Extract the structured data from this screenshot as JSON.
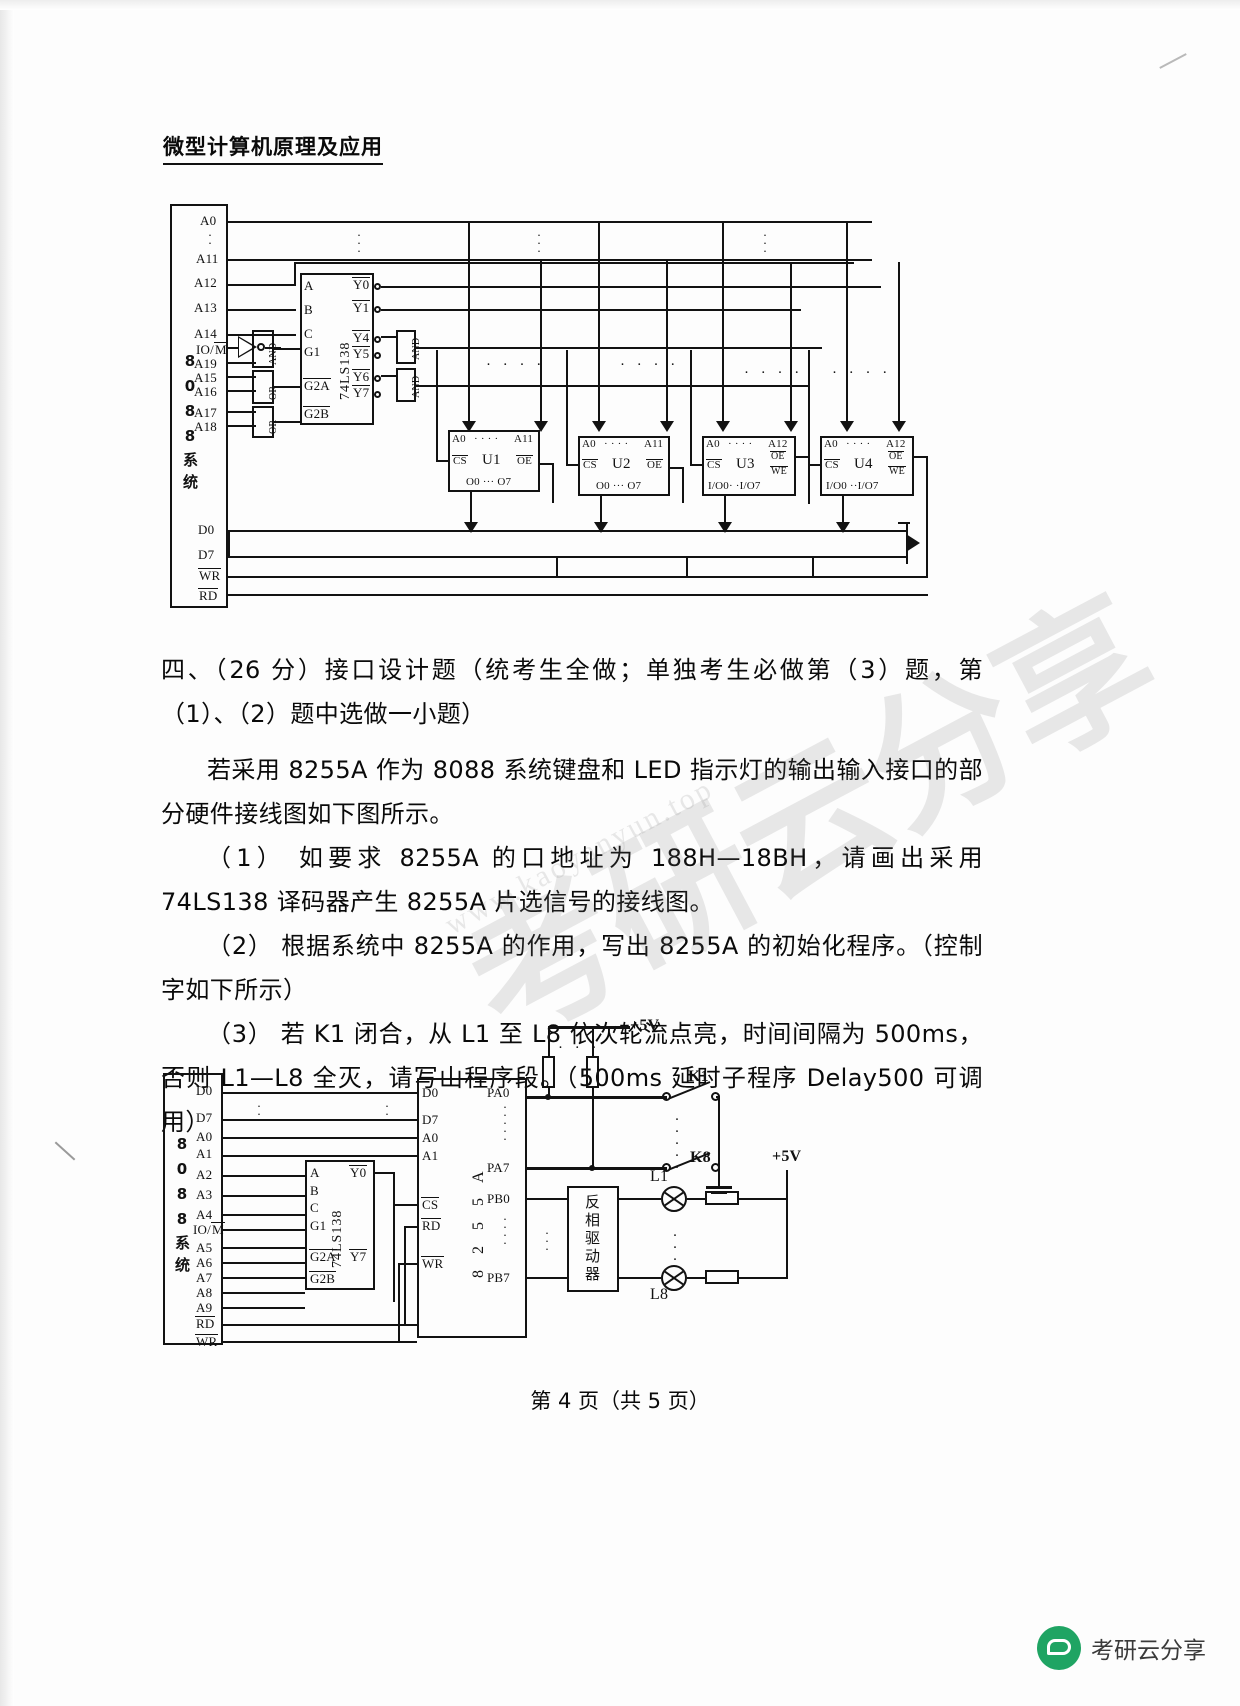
{
  "page": {
    "header": "微型计算机原理及应用",
    "footer": "第 4 页（共 5 页）",
    "watermark_big": "考研云分享",
    "watermark_small": "www.kaoyanyun.top"
  },
  "badge": {
    "label": "考研云分享",
    "icon": "wechat-icon",
    "color": "#1fa463"
  },
  "text": {
    "q4_heading": "四、（26 分）接口设计题（统考生全做；单独考生必做第（3）题，第（1）、（2）题中选做一小题）",
    "intro": "若采用 8255A 作为 8088 系统键盘和 LED 指示灯的输出输入接口的部分硬件接线图如下图所示。",
    "item1": "（1） 如要求 8255A 的口地址为 188H—18BH，请画出采用 74LS138 译码器产生 8255A 片选信号的接线图。",
    "item2": "（2） 根据系统中 8255A 的作用，写出 8255A 的初始化程序。（控制字如下所示）",
    "item3": "（3） 若 K1 闭合，从 L1 至 L8 依次轮流点亮，时间间隔为 500ms，否则 L1—L8 全灭，请写山程序段。（500ms 延时子程序 Delay500 可调用）"
  },
  "figure_top": {
    "caption_bus_label": "8088 系 统",
    "address_pins": [
      "A0",
      "A11",
      "A12",
      "A13",
      "A14",
      "IO/M",
      "A19",
      "A15",
      "A16",
      "A17",
      "A18"
    ],
    "data_pins": [
      "D0",
      "D7"
    ],
    "control_pins": [
      "WR",
      "RD"
    ],
    "decoder": {
      "name": "74LS138",
      "inputs": [
        "A",
        "B",
        "C",
        "G1",
        "G2A",
        "G2B"
      ],
      "outputs": [
        "Y0",
        "Y1",
        "Y4",
        "Y5",
        "Y6",
        "Y7"
      ]
    },
    "gates": [
      "AND",
      "AND",
      "AND",
      "OR",
      "OR"
    ],
    "chips": [
      {
        "name": "U1",
        "addr_lo": "A0",
        "addr_hi": "A11",
        "cs": "CS",
        "oe": "OE",
        "data": "O0 ··· O7",
        "we": ""
      },
      {
        "name": "U2",
        "addr_lo": "A0",
        "addr_hi": "A11",
        "cs": "CS",
        "oe": "OE",
        "data": "O0 ··· O7",
        "we": ""
      },
      {
        "name": "U3",
        "addr_lo": "A0",
        "addr_hi": "A12",
        "cs": "CS",
        "oe": "OE",
        "data": "I/O0 ··· I/O7",
        "we": "WE"
      },
      {
        "name": "U4",
        "addr_lo": "A0",
        "addr_hi": "A12",
        "cs": "CS",
        "oe": "OE",
        "data": "I/O0 ··· I/O7",
        "we": "WE"
      }
    ]
  },
  "figure_bottom": {
    "caption_bus_label": "8088 系 统",
    "bus_pins": [
      "D0",
      "D7",
      "A0",
      "A1",
      "A2",
      "A3",
      "A4",
      "IO/M",
      "A5",
      "A6",
      "A7",
      "A8",
      "A9",
      "RD",
      "WR"
    ],
    "decoder": {
      "name": "74LS138",
      "inputs": [
        "A",
        "B",
        "C",
        "G1",
        "G2A",
        "G2B"
      ],
      "outputs": [
        "Y0",
        "Y7"
      ]
    },
    "ppi": {
      "name": "8 2 5 5 A",
      "left_pins": [
        "D0",
        "D7",
        "A0",
        "A1",
        "CS",
        "RD",
        "WR"
      ],
      "right_pins": [
        "PA0",
        "PA7",
        "PB0",
        "PB7"
      ]
    },
    "driver_label": "反相驱动器",
    "switches": [
      "K1",
      "K8"
    ],
    "leds": [
      "L1",
      "L8"
    ],
    "supplies": [
      "+5V",
      "+5V"
    ]
  }
}
